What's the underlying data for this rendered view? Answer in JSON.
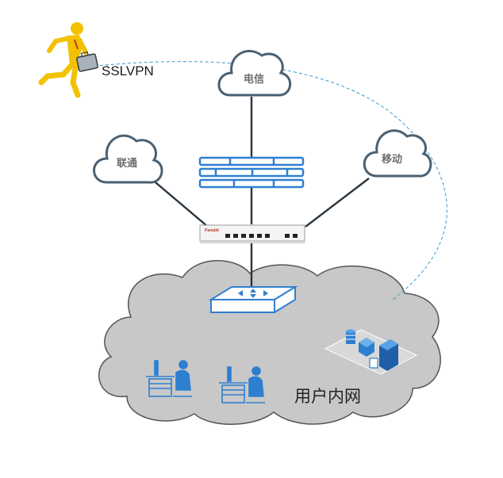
{
  "labels": {
    "sslvpn": "SSLVPN",
    "telecom": "电信",
    "unicom": "联通",
    "mobile": "移动",
    "lan": "用户内网",
    "device_brand": "Panabit"
  },
  "colors": {
    "cloud_outline": "#4a6072",
    "lan_cloud_fill": "#c8c8c8",
    "lan_cloud_stroke": "#555555",
    "link_line": "#2a3540",
    "vpn_dashed": "#3a9ad0",
    "device_blue": "#2f7fd0",
    "runner_yellow": "#f2c200"
  },
  "icons": {
    "runner": "businessman-running-icon",
    "firewall": "firewall-icon",
    "gateway": "panabit-gateway-icon",
    "switch": "network-switch-icon",
    "workstation": "workstation-icon",
    "servers": "server-cluster-icon"
  }
}
